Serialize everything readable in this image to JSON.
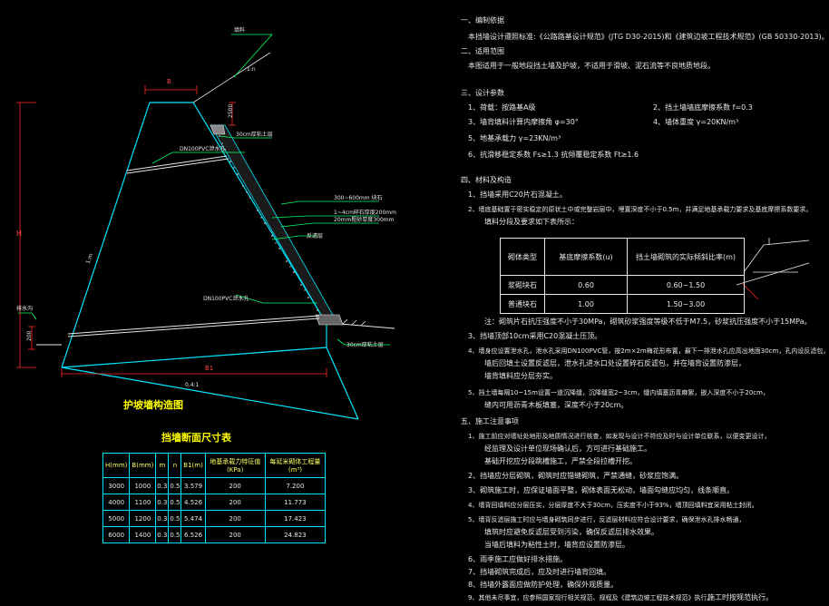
{
  "diagram": {
    "label_fill_type": "填料",
    "label_b": "B",
    "label_2500": "2500",
    "label_30cm_top": "30cm厚粘土层",
    "label_pvc_upper": "DN100PVC泄水孔",
    "label_layer_1": "300~600mm 块石",
    "label_layer_2": "1~4cm碎石厚度200mm",
    "label_layer_3": "20mm粗砂厚度300mm",
    "label_filter": "反滤层",
    "label_h": "H",
    "label_slope_face": "1:m",
    "label_pvc_lower": "DN100PVC泄水孔",
    "label_drain_ditch": "排水沟",
    "label_200": "200",
    "label_30cm_bottom": "30cm厚粘土层",
    "label_b1": "B1",
    "label_base": "0.4:1",
    "label_ratio": "1:n",
    "fig_title": "护坡墙构造图"
  },
  "dims_table": {
    "title": "挡墙断面尺寸表",
    "headers": [
      "H(mm)",
      "B(mm)",
      "m",
      "n",
      "B1(m)",
      "地基承载力特征值\n(KPa)",
      "每延米砌体工程量\n(m³)"
    ],
    "rows": [
      [
        "3000",
        "1000",
        "0.3",
        "0.5",
        "3.579",
        "200",
        "7.200"
      ],
      [
        "4000",
        "1100",
        "0.3",
        "0.5",
        "4.526",
        "200",
        "11.773"
      ],
      [
        "5000",
        "1200",
        "0.3",
        "0.5",
        "5.474",
        "200",
        "17.423"
      ],
      [
        "6000",
        "1400",
        "0.3",
        "0.5",
        "6.526",
        "200",
        "24.823"
      ]
    ]
  },
  "param_table": {
    "headers": [
      "砌体类型",
      "基底摩擦系数(u)",
      "挡土墙砌筑的实际倾斜比率(m)"
    ],
    "rows": [
      [
        "浆砌块石",
        "0.60",
        "0.60~1.50"
      ],
      [
        "普通块石",
        "1.00",
        "1.50~3.00"
      ]
    ]
  },
  "notes": {
    "n1": "一、编制依据",
    "n1a": "本挡墙设计遵照标准:《公路路基设计规范》(JTG D30-2015)和《建筑边坡工程技术规范》(GB 50330-2013)。",
    "n2": "二、适用范围",
    "n2a": "本图适用于一般地段挡土墙及护坡，不适用于滑坡、泥石流等不良地质地段。",
    "n3": "三、设计参数",
    "n3a": "1、荷载：按路基A级",
    "n3a2": "2、挡土墙墙底摩擦系数 f=0.3",
    "n3b": "3、墙背填料计算内摩擦角     φ=30°",
    "n3b2": "4、墙体重度     γ=20KN/m³",
    "n3c": "5、地基承载力     γ=23KN/m³",
    "n3d": "6、抗滑移稳定系数     Fs≥1.3     抗倾覆稳定系数     Ft≥1.6",
    "n4": "四、材料及构造",
    "n4a": "1、挡墙采用C20片石混凝土。",
    "n4b": "2、墙底基础置于密实稳定的原状土中或完整岩层中，埋置深度不小于0.5m，并满足地基承载力要求及基底摩擦系数要求。",
    "n4b2": "填料分段及要求如下表所示：",
    "n4c": "注：砌筑片石抗压强度不小于30MPa，砌筑砂浆强度等级不低于M7.5，砂浆抗压强度不小于15MPa。",
    "n4d": "3、挡墙顶部10cm采用C20混凝土压顶。",
    "n4e": "4、墙身应设置泄水孔，泄水孔采用DN100PVC管，按2m×2m梅花形布置，最下一排泄水孔应高出地面30cm，孔内设反滤包，",
    "n4e2": "墙后回填土设置反滤层，泄水孔进水口处设置碎石反滤包，并在墙背设置防渗层，",
    "n4e3": "墙背填料应分层夯实。",
    "n4f": "5、挡土墙每隔10~15m设置一道沉降缝，沉降缝宽2~3cm，缝内填塞沥青麻絮，嵌入深度不小于20cm，",
    "n4f2": "缝内可用沥青木板填塞，深度不小于20cm。",
    "n5": "五、施工注意事项",
    "n5a": "1、施工前应对墙址处地形及地质情况进行核查，如发现与设计不符应及时与设计单位联系，以便变更设计，",
    "n5a2": "经监理及设计单位现场确认后，方可进行基础施工。",
    "n5a3": "基础开挖应分段跳槽施工，严禁全段拉槽开挖。",
    "n5b": "2、挡墙应分层砌筑，砌筑时应错缝砌筑，严禁通缝，砂浆应饱满。",
    "n5c": "3、砌筑施工时，应保证墙面平整，砌体表面无松动，墙面勾缝应均匀，线条顺直。",
    "n5d": "4、墙背回填料应分层压实，分层厚度不大于30cm，压实度不小于93%，墙顶回填料宜采用粘土封闭。",
    "n5e": "5、墙背反滤层施工时应与墙身砌筑同步进行，反滤层材料应符合设计要求，确保泄水孔排水畅通，",
    "n5e2": "填筑时应避免反滤层受到污染，确保反滤层排水效果。",
    "n5e3": "当墙后填料为粘性土时，墙背应设置防渗层。",
    "n5f": "6、雨季施工应做好排水措施。",
    "n5g": "7、挡墙砌筑完成后，应及时进行墙背回填。",
    "n5h": "8、挡墙外露面应做防护处理，确保外观质量。",
    "n5i": "9、其他未尽事宜，应参照国家现行相关规范、规程及《建筑边坡工程技术规范》执行。",
    "n5i2": "施工时按规范执行。"
  }
}
